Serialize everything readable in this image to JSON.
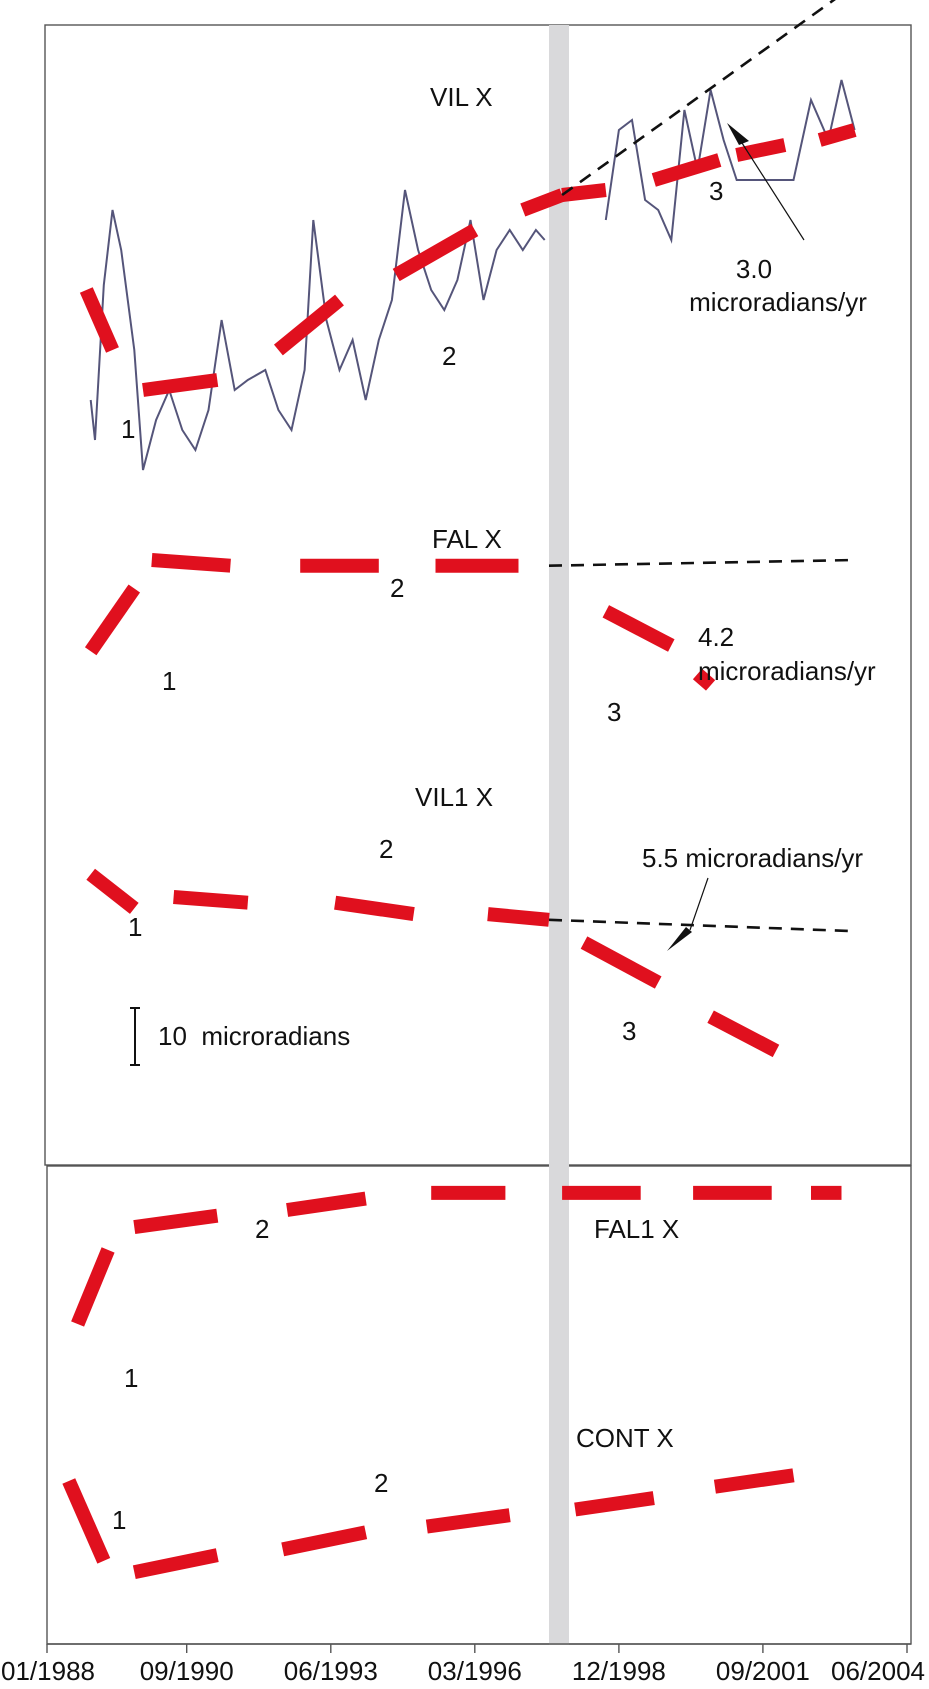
{
  "chart_data": {
    "type": "line",
    "x_axis": {
      "type": "date",
      "range": [
        "1988-01",
        "2004-06"
      ],
      "tick_labels": [
        "01/1988",
        "09/1990",
        "06/1993",
        "03/1996",
        "12/1998",
        "09/2001",
        "06/2004"
      ],
      "tick_dates": [
        "1988-01",
        "1990-09",
        "1993-06",
        "1996-03",
        "1998-12",
        "2001-09",
        "2004-06"
      ]
    },
    "event_band": {
      "start": "1997-08",
      "end": "1997-11",
      "color": "#d9d9db"
    },
    "scale_bar": {
      "text": "10  microradians",
      "value": 10
    },
    "colors": {
      "data": "#55557a",
      "trend": "#e0101e",
      "extrapolation": "#111111"
    },
    "panels": [
      {
        "panels_group": "top",
        "name": "VIL X",
        "data": [
          [
            "1988-11",
            22
          ],
          [
            "1988-12",
            14
          ],
          [
            "1989-02",
            45
          ],
          [
            "1989-04",
            60
          ],
          [
            "1989-06",
            52
          ],
          [
            "1989-09",
            32
          ],
          [
            "1989-11",
            8
          ],
          [
            "1990-02",
            18
          ],
          [
            "1990-05",
            24
          ],
          [
            "1990-08",
            16
          ],
          [
            "1990-11",
            12
          ],
          [
            "1991-02",
            20
          ],
          [
            "1991-05",
            38
          ],
          [
            "1991-08",
            24
          ],
          [
            "1991-11",
            26
          ],
          [
            "1992-03",
            28
          ],
          [
            "1992-06",
            20
          ],
          [
            "1992-09",
            16
          ],
          [
            "1992-12",
            28
          ],
          [
            "1993-02",
            58
          ],
          [
            "1993-05",
            38
          ],
          [
            "1993-08",
            28
          ],
          [
            "1993-11",
            34
          ],
          [
            "1994-02",
            22
          ],
          [
            "1994-05",
            34
          ],
          [
            "1994-08",
            42
          ],
          [
            "1994-11",
            64
          ],
          [
            "1995-02",
            52
          ],
          [
            "1995-05",
            44
          ],
          [
            "1995-08",
            40
          ],
          [
            "1995-11",
            46
          ],
          [
            "1996-02",
            58
          ],
          [
            "1996-05",
            42
          ],
          [
            "1996-08",
            52
          ],
          [
            "1996-11",
            56
          ],
          [
            "1997-02",
            52
          ],
          [
            "1997-05",
            56
          ],
          [
            "1997-07",
            54
          ]
        ],
        "data2": [
          [
            "1998-09",
            58
          ],
          [
            "1998-12",
            76
          ],
          [
            "1999-03",
            78
          ],
          [
            "1999-06",
            62
          ],
          [
            "1999-09",
            60
          ],
          [
            "1999-12",
            54
          ],
          [
            "2000-03",
            80
          ],
          [
            "2000-06",
            68
          ],
          [
            "2000-09",
            84
          ],
          [
            "2000-12",
            74
          ],
          [
            "2001-03",
            66
          ],
          [
            "2002-04",
            66
          ],
          [
            "2002-08",
            82
          ],
          [
            "2002-12",
            74
          ],
          [
            "2003-03",
            86
          ],
          [
            "2003-06",
            76
          ]
        ],
        "trends": [
          {
            "label": "1",
            "from": [
              "1988-10",
              44
            ],
            "to": [
              "1989-04",
              32
            ]
          },
          {
            "label": "2",
            "from": [
              "1989-11",
              24
            ],
            "to": [
              "1991-04",
              26
            ]
          },
          {
            "label": "",
            "from": [
              "1992-06",
              32
            ],
            "to": [
              "1993-08",
              42
            ]
          },
          {
            "label": "",
            "from": [
              "1994-09",
              47
            ],
            "to": [
              "1996-03",
              56
            ]
          },
          {
            "label": "",
            "from": [
              "1997-02",
              60
            ],
            "to": [
              "1997-11",
              63
            ]
          },
          {
            "label": "",
            "from": [
              "1997-11",
              63
            ],
            "to": [
              "1998-09",
              64
            ]
          },
          {
            "label": "3",
            "from": [
              "1999-08",
              66
            ],
            "to": [
              "2000-11",
              70
            ]
          },
          {
            "label": "",
            "from": [
              "2001-03",
              71
            ],
            "to": [
              "2002-02",
              73
            ]
          },
          {
            "label": "",
            "from": [
              "2002-10",
              74
            ],
            "to": [
              "2003-06",
              76
            ]
          }
        ],
        "extrapolation": {
          "from": [
            "1997-11",
            63
          ],
          "to": [
            "2003-06",
            105
          ]
        },
        "annotations": [
          "3.0",
          "microradians/yr"
        ],
        "segment_labels": [
          "1",
          "2",
          "3"
        ]
      },
      {
        "name": "FAL X",
        "trends": [
          {
            "label": "1",
            "from": [
              "1988-11",
              44
            ],
            "to": [
              "1989-09",
              55
            ]
          },
          {
            "label": "2",
            "from": [
              "1990-01",
              60
            ],
            "to": [
              "1991-07",
              59
            ]
          },
          {
            "label": "",
            "from": [
              "1992-11",
              59
            ],
            "to": [
              "1994-05",
              59
            ]
          },
          {
            "label": "",
            "from": [
              "1995-06",
              59
            ],
            "to": [
              "1997-01",
              59
            ]
          },
          {
            "label": "3",
            "from": [
              "1998-09",
              51
            ],
            "to": [
              "1999-12",
              45
            ]
          },
          {
            "label": "",
            "from": [
              "2000-06",
              40
            ],
            "to": [
              "2000-09",
              38
            ]
          }
        ],
        "extrapolation": {
          "from": [
            "1997-08",
            59
          ],
          "to": [
            "2003-06",
            60
          ]
        },
        "annotations": [
          "4.2",
          "microradians/yr"
        ],
        "segment_labels": [
          "1",
          "2",
          "3"
        ]
      },
      {
        "name": "VIL1 X",
        "trends": [
          {
            "label": "1",
            "from": [
              "1988-11",
              44
            ],
            "to": [
              "1989-09",
              38
            ]
          },
          {
            "label": "2",
            "from": [
              "1990-06",
              40
            ],
            "to": [
              "1991-11",
              39
            ]
          },
          {
            "label": "",
            "from": [
              "1993-07",
              39
            ],
            "to": [
              "1995-01",
              37
            ]
          },
          {
            "label": "",
            "from": [
              "1996-06",
              37
            ],
            "to": [
              "1997-08",
              36
            ]
          },
          {
            "label": "3",
            "from": [
              "1998-04",
              32
            ],
            "to": [
              "1999-09",
              25
            ]
          },
          {
            "label": "",
            "from": [
              "2000-09",
              19
            ],
            "to": [
              "2001-12",
              13
            ]
          }
        ],
        "extrapolation": {
          "from": [
            "1997-08",
            36
          ],
          "to": [
            "2003-06",
            34
          ]
        },
        "annotations": [
          "5.5  microradians/yr"
        ],
        "segment_labels": [
          "1",
          "2",
          "3"
        ]
      },
      {
        "panels_group": "bottom",
        "name": "FAL1 X",
        "trends": [
          {
            "label": "1",
            "from": [
              "1988-08",
              20
            ],
            "to": [
              "1989-03",
              33
            ]
          },
          {
            "label": "2",
            "from": [
              "1989-09",
              37
            ],
            "to": [
              "1991-04",
              39
            ]
          },
          {
            "label": "",
            "from": [
              "1992-08",
              40
            ],
            "to": [
              "1994-02",
              42
            ]
          },
          {
            "label": "",
            "from": [
              "1995-05",
              43
            ],
            "to": [
              "1996-10",
              43
            ]
          },
          {
            "label": "",
            "from": [
              "1997-11",
              43
            ],
            "to": [
              "1999-05",
              43
            ]
          },
          {
            "label": "",
            "from": [
              "2000-05",
              43
            ],
            "to": [
              "2001-11",
              43
            ]
          },
          {
            "label": "",
            "from": [
              "2002-08",
              43
            ],
            "to": [
              "2003-03",
              43
            ]
          }
        ],
        "segment_labels": [
          "1",
          "2"
        ]
      },
      {
        "name": "CONT X",
        "trends": [
          {
            "label": "1",
            "from": [
              "1988-06",
              30
            ],
            "to": [
              "1989-02",
              16
            ]
          },
          {
            "label": "2",
            "from": [
              "1989-09",
              14
            ],
            "to": [
              "1991-04",
              17
            ]
          },
          {
            "label": "",
            "from": [
              "1992-07",
              18
            ],
            "to": [
              "1994-02",
              21
            ]
          },
          {
            "label": "",
            "from": [
              "1995-04",
              22
            ],
            "to": [
              "1996-11",
              24
            ]
          },
          {
            "label": "",
            "from": [
              "1998-02",
              25
            ],
            "to": [
              "1999-08",
              27
            ]
          },
          {
            "label": "",
            "from": [
              "2000-10",
              29
            ],
            "to": [
              "2002-04",
              31
            ]
          }
        ],
        "segment_labels": [
          "1",
          "2"
        ]
      }
    ]
  }
}
